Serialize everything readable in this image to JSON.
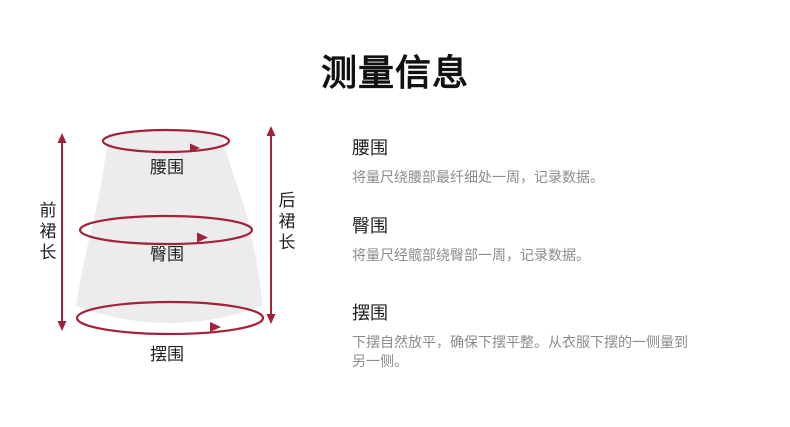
{
  "title": "测量信息",
  "diagram": {
    "waist_label": "腰围",
    "hip_label": "臀围",
    "hem_label": "摆围",
    "front_length_label": "前裙长",
    "back_length_label": "后裙长",
    "accent_color": "#a3213a",
    "skirt_color": "#ececec"
  },
  "items": [
    {
      "title": "腰围",
      "desc": "将量尺绕腰部最纤细处一周，记录数据。"
    },
    {
      "title": "臀围",
      "desc": "将量尺经髋部绕臀部一周，记录数据。"
    },
    {
      "title": "摆围",
      "desc": "下摆自然放平，确保下摆平整。从衣服下摆的一侧量到另一侧。"
    }
  ]
}
